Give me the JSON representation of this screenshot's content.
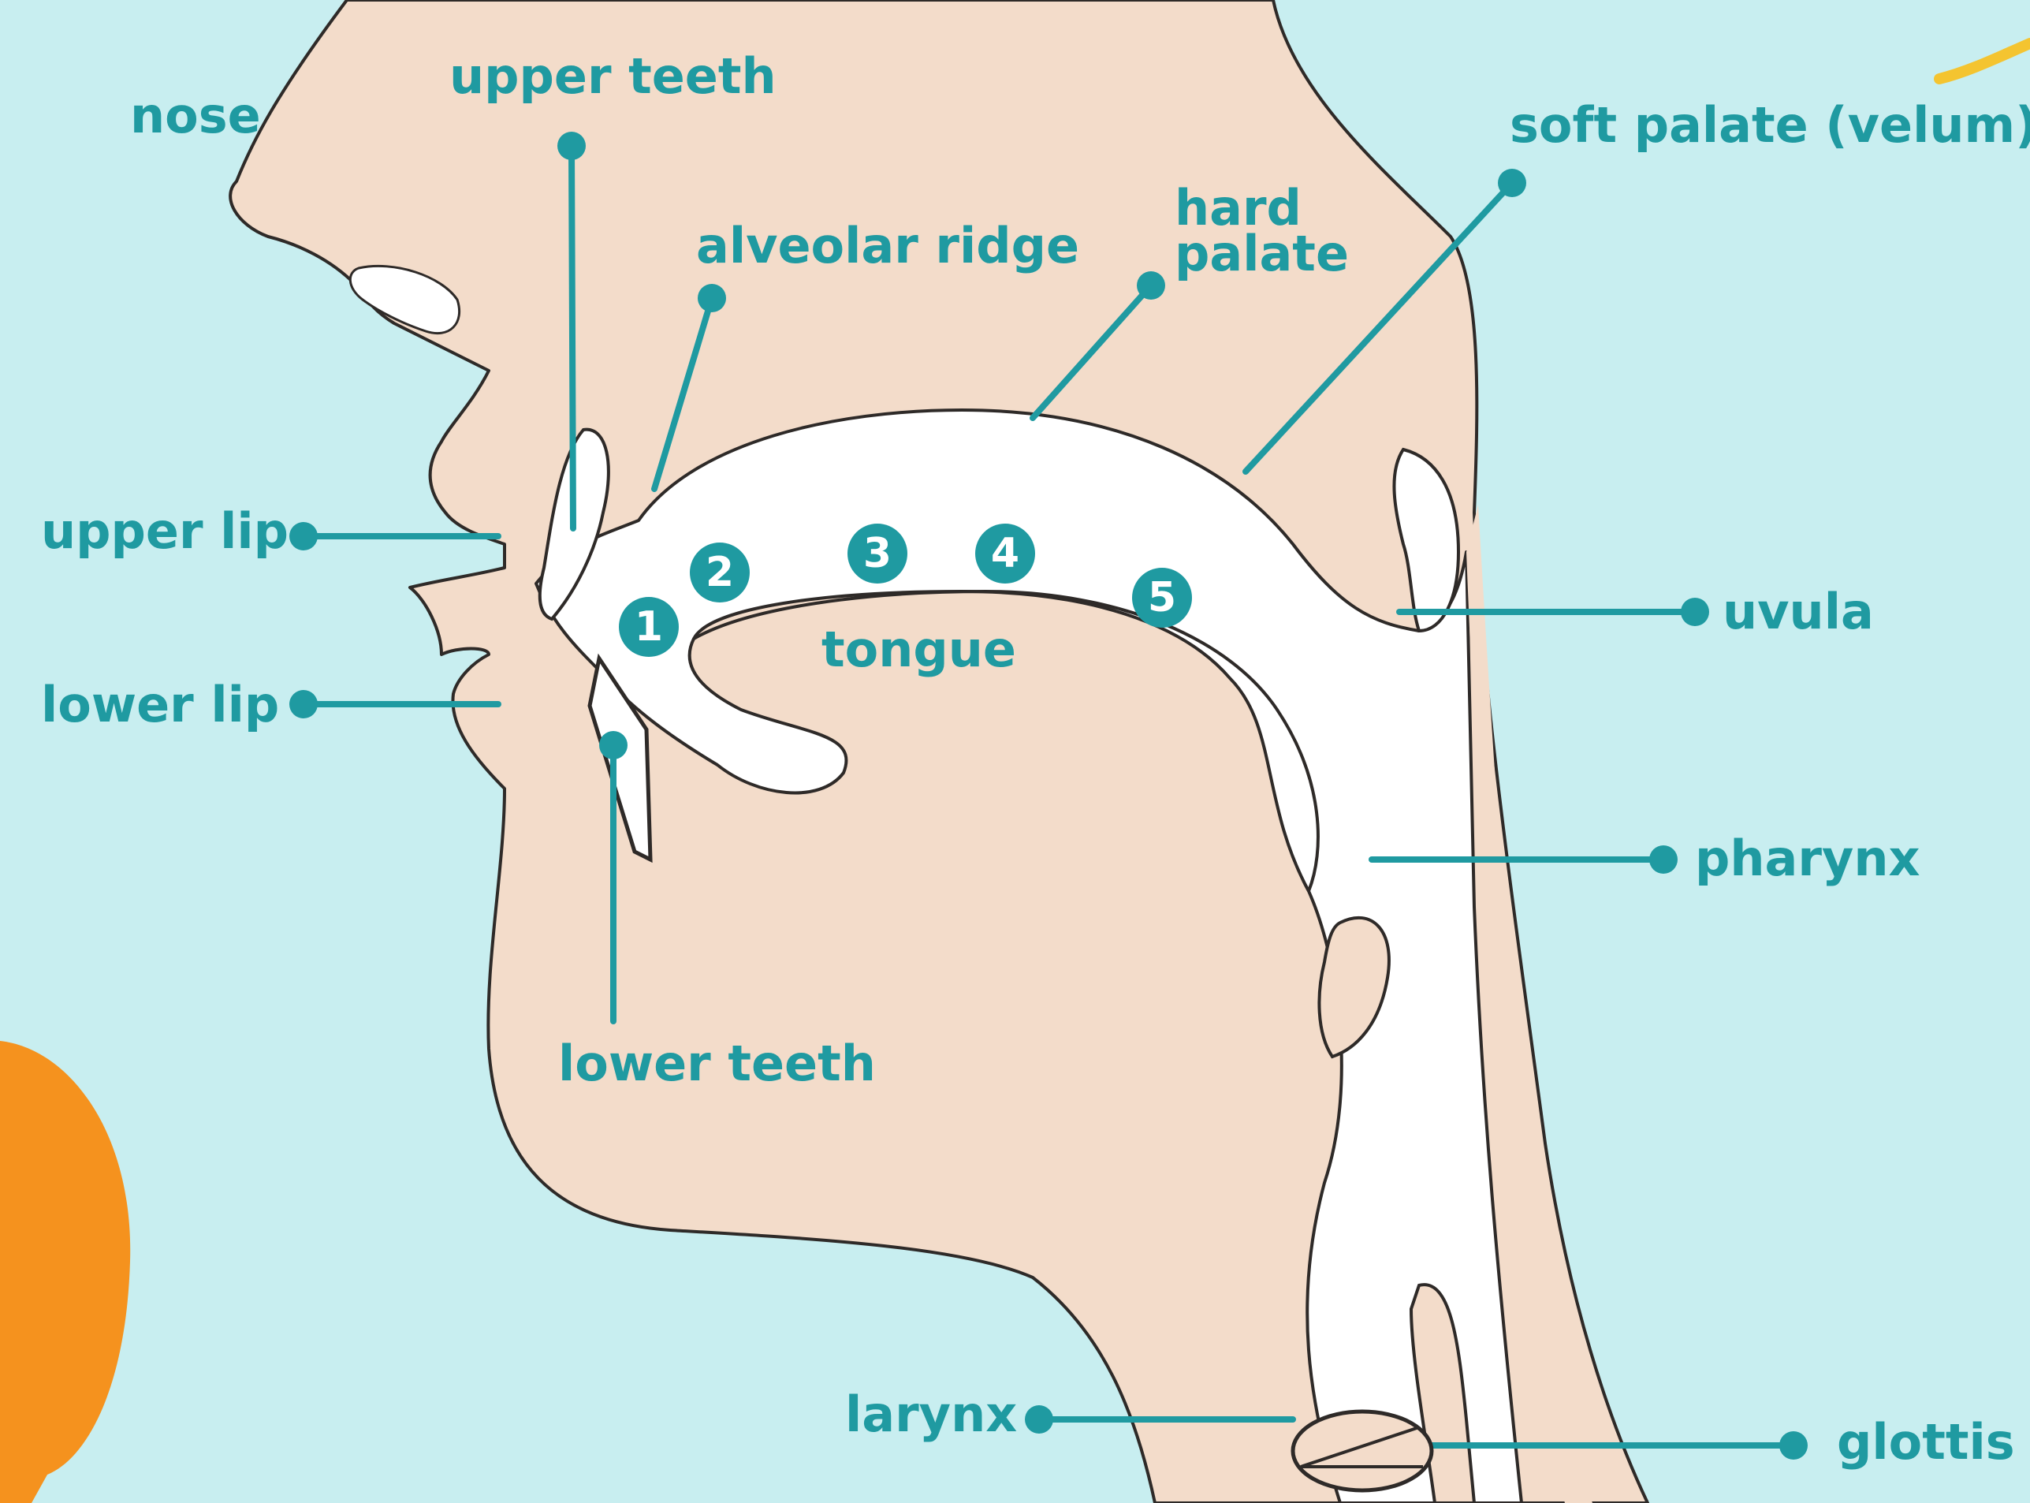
{
  "labels": {
    "nose": "nose",
    "upper_teeth": "upper teeth",
    "alveolar_ridge": "alveolar ridge",
    "hard_palate_1": "hard",
    "hard_palate_2": "palate",
    "soft_palate": "soft palate (velum)",
    "upper_lip": "upper lip",
    "lower_lip": "lower lip",
    "tongue": "tongue",
    "uvula": "uvula",
    "pharynx": "pharynx",
    "lower_teeth": "lower teeth",
    "larynx": "larynx",
    "glottis": "glottis"
  },
  "places": [
    "1",
    "2",
    "3",
    "4",
    "5"
  ],
  "colors": {
    "background": "#c8eef0",
    "skin": "#f3dcca",
    "cavity": "#ffffff",
    "accent": "#1f9aa1",
    "orange": "#f5921e",
    "yellow": "#f4c430"
  }
}
